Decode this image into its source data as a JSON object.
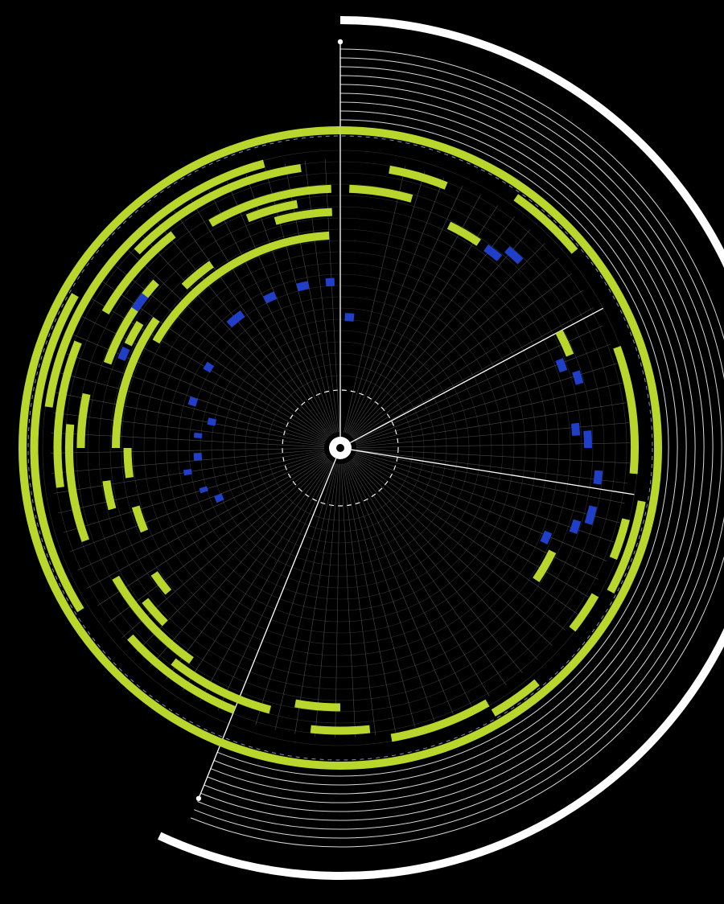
{
  "colors": {
    "background": "#000000",
    "primary_segments": "#b9d62c",
    "secondary_segments": "#1f3fc8",
    "axes": "#ffffff",
    "grid": "#4a4a4a"
  },
  "chart_data": {
    "type": "radial_timeline",
    "title": "",
    "labels": [],
    "outer_arc": {
      "start_deg": 0,
      "end_deg": 202
    },
    "spokes_deg": [
      0,
      13,
      17,
      21,
      25,
      29,
      33,
      37,
      41,
      45,
      49,
      53,
      57,
      61,
      65,
      69,
      73,
      77,
      81,
      85,
      89,
      93,
      97,
      101,
      105,
      109,
      113,
      117,
      121,
      125,
      129,
      133,
      137,
      141,
      145,
      149,
      153,
      157,
      161,
      165,
      169,
      173,
      177,
      181,
      185,
      189,
      193,
      197,
      205,
      209,
      213,
      217,
      221,
      225,
      229,
      233,
      237,
      241,
      245,
      249,
      253,
      257,
      261,
      265,
      269,
      273,
      277,
      281,
      285,
      289,
      293,
      297,
      301,
      305,
      309,
      313,
      317,
      321,
      325,
      329,
      333,
      337,
      341,
      345,
      349,
      353,
      357
    ],
    "highlight_spokes_deg": [
      0,
      62,
      99,
      202
    ],
    "series": [
      {
        "name": "",
        "color": "#b9d62c",
        "segments": [
          {
            "track": 0,
            "start": 0,
            "end": 360
          },
          {
            "track": 1,
            "start": 238,
            "end": 300
          },
          {
            "track": 1,
            "start": 35,
            "end": 50
          },
          {
            "track": 1,
            "start": 100,
            "end": 118
          },
          {
            "track": 1,
            "start": 140,
            "end": 150
          },
          {
            "track": 2,
            "start": 278,
            "end": 345
          },
          {
            "track": 2,
            "start": 70,
            "end": 95
          },
          {
            "track": 2,
            "start": 104,
            "end": 112
          },
          {
            "track": 2,
            "start": 120,
            "end": 128
          },
          {
            "track": 2,
            "start": 150,
            "end": 170
          },
          {
            "track": 3,
            "start": 262,
            "end": 292
          },
          {
            "track": 3,
            "start": 202,
            "end": 228
          },
          {
            "track": 3,
            "start": 10,
            "end": 22
          },
          {
            "track": 3,
            "start": 174,
            "end": 186
          },
          {
            "track": 3,
            "start": 314,
            "end": 352
          },
          {
            "track": 4,
            "start": 250,
            "end": 275
          },
          {
            "track": 4,
            "start": 195,
            "end": 218
          },
          {
            "track": 4,
            "start": 300,
            "end": 322
          },
          {
            "track": 5,
            "start": 270,
            "end": 282
          },
          {
            "track": 5,
            "start": 215,
            "end": 240
          },
          {
            "track": 5,
            "start": 330,
            "end": 358
          },
          {
            "track": 5,
            "start": 180,
            "end": 190
          },
          {
            "track": 5,
            "start": 2,
            "end": 16
          },
          {
            "track": 6,
            "start": 290,
            "end": 312
          },
          {
            "track": 6,
            "start": 225,
            "end": 232
          },
          {
            "track": 6,
            "start": 338,
            "end": 350
          },
          {
            "track": 6,
            "start": 26,
            "end": 34
          },
          {
            "track": 6,
            "start": 62,
            "end": 68
          },
          {
            "track": 7,
            "start": 255,
            "end": 262
          },
          {
            "track": 7,
            "start": 296,
            "end": 302
          },
          {
            "track": 7,
            "start": 344,
            "end": 358
          },
          {
            "track": 7,
            "start": 116,
            "end": 124
          },
          {
            "track": 8,
            "start": 270,
            "end": 305
          },
          {
            "track": 8,
            "start": 316,
            "end": 325
          },
          {
            "track": 8,
            "start": 230,
            "end": 236
          },
          {
            "track": 9,
            "start": 300,
            "end": 357
          },
          {
            "track": 9,
            "start": 262,
            "end": 270
          },
          {
            "track": 9,
            "start": 247,
            "end": 254
          }
        ]
      },
      {
        "name": "",
        "color": "#1f3fc8",
        "segments": [
          {
            "track": 5,
            "start": 40,
            "end": 44
          },
          {
            "track": 5,
            "start": 95,
            "end": 98
          },
          {
            "track": 5,
            "start": 103,
            "end": 107
          },
          {
            "track": 6,
            "start": 36,
            "end": 40
          },
          {
            "track": 6,
            "start": 72,
            "end": 75
          },
          {
            "track": 6,
            "start": 86,
            "end": 90
          },
          {
            "track": 6,
            "start": 107,
            "end": 110
          },
          {
            "track": 6,
            "start": 304,
            "end": 308
          },
          {
            "track": 7,
            "start": 68,
            "end": 71
          },
          {
            "track": 7,
            "start": 84,
            "end": 87
          },
          {
            "track": 7,
            "start": 292,
            "end": 295
          },
          {
            "track": 8,
            "start": 112,
            "end": 115
          },
          {
            "track": 13,
            "start": 318,
            "end": 324
          },
          {
            "track": 13,
            "start": 333,
            "end": 337
          },
          {
            "track": 13,
            "start": 345,
            "end": 349
          },
          {
            "track": 13,
            "start": 355,
            "end": 358
          },
          {
            "track": 14,
            "start": 300,
            "end": 303
          },
          {
            "track": 14,
            "start": 286,
            "end": 289
          },
          {
            "track": 14,
            "start": 260,
            "end": 262
          },
          {
            "track": 15,
            "start": 274,
            "end": 276
          },
          {
            "track": 15,
            "start": 265,
            "end": 268
          },
          {
            "track": 15,
            "start": 252,
            "end": 254
          },
          {
            "track": 16,
            "start": 2,
            "end": 6
          },
          {
            "track": 16,
            "start": 246,
            "end": 249
          },
          {
            "track": 16,
            "start": 280,
            "end": 283
          }
        ]
      }
    ]
  }
}
